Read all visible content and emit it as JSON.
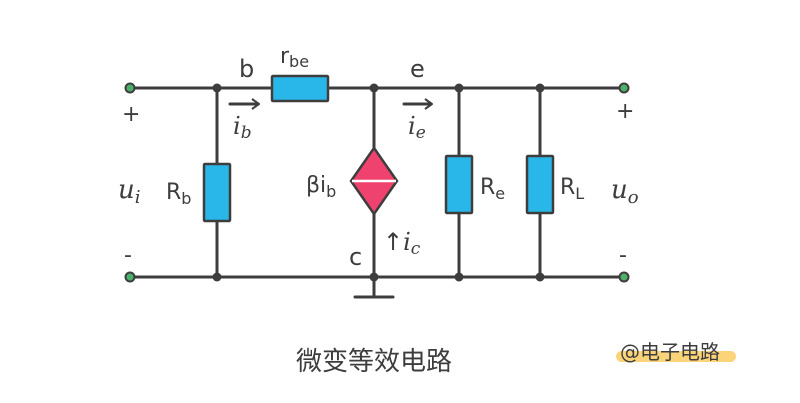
{
  "nodes": {
    "b": "b",
    "e": "e",
    "c": "c"
  },
  "components": {
    "rbe": {
      "main": "r",
      "sub": "be"
    },
    "rb": {
      "main": "R",
      "sub": "b"
    },
    "re": {
      "main": "R",
      "sub": "e"
    },
    "rl": {
      "main": "R",
      "sub": "L"
    },
    "source": {
      "main": "βi",
      "sub": "b"
    }
  },
  "currents": {
    "ib": {
      "main": "i",
      "sub": "b"
    },
    "ie": {
      "main": "i",
      "sub": "e"
    },
    "ic": {
      "arrow": "↑",
      "main": "i",
      "sub": "c"
    }
  },
  "ports": {
    "input": {
      "main": "u",
      "sub": "i",
      "plus": "+",
      "minus": "-"
    },
    "output": {
      "main": "u",
      "sub": "o",
      "plus": "+",
      "minus": "-"
    }
  },
  "title": "微变等效电路",
  "watermark": "@电子电路",
  "colors": {
    "resistor": "#29b6e8",
    "source": "#f0426e",
    "terminal": "#4caf6a",
    "watermark_highlight": "#fbd47a"
  },
  "icons": {
    "source": "diamond-current-source-icon",
    "ground": "ground-icon",
    "terminal": "terminal-dot-icon"
  }
}
